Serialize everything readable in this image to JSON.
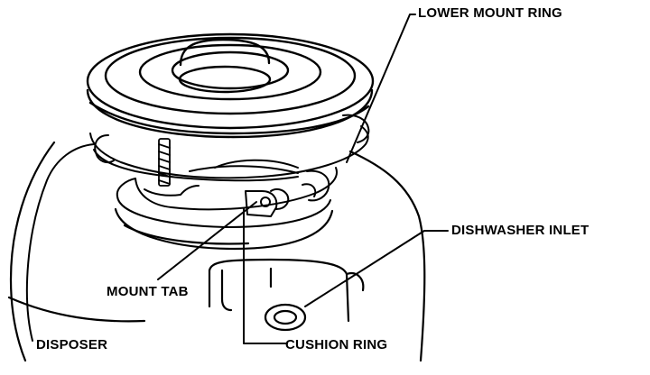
{
  "labels": {
    "lower_mount_ring": "LOWER MOUNT RING",
    "dishwasher_inlet": "DISHWASHER INLET",
    "mount_tab": "MOUNT TAB",
    "disposer": "DISPOSER",
    "cushion_ring": "CUSHION RING"
  },
  "colors": {
    "line": "#000000",
    "background": "#ffffff"
  }
}
